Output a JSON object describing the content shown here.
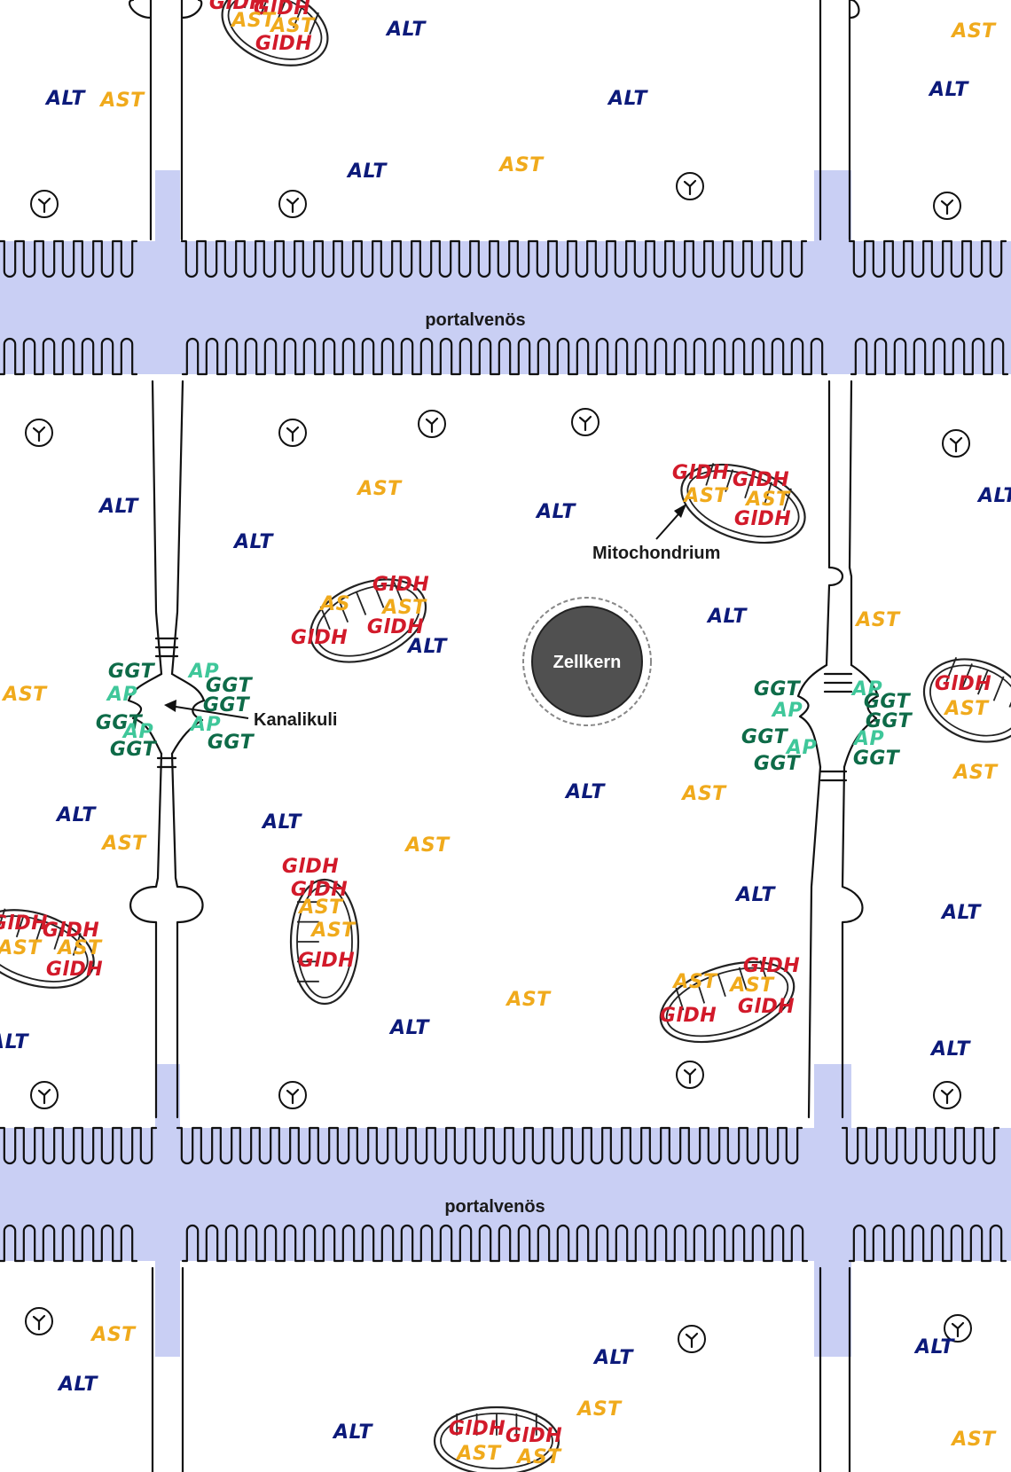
{
  "colors": {
    "sinusoid": "#c9cff4",
    "alt": "#0c1a7a",
    "ast": "#f0aa1c",
    "gldh": "#d21a2a",
    "ggt": "#0e6b48",
    "ap": "#3fc79a",
    "nucleus": "#505050"
  },
  "labels": {
    "sinus_top": "portalvenös",
    "sinus_bottom": "portalvenös",
    "nucleus": "Zellkern",
    "mitochondrium": "Mitochondrium",
    "kanalikuli": "Kanalikuli"
  },
  "enzymes": {
    "alt": "ALT",
    "ast": "AST",
    "gldh": "GlDH",
    "ggt": "GGT",
    "ap": "AP",
    "as_partial": "AS",
    "alt_partial": "ALT"
  }
}
